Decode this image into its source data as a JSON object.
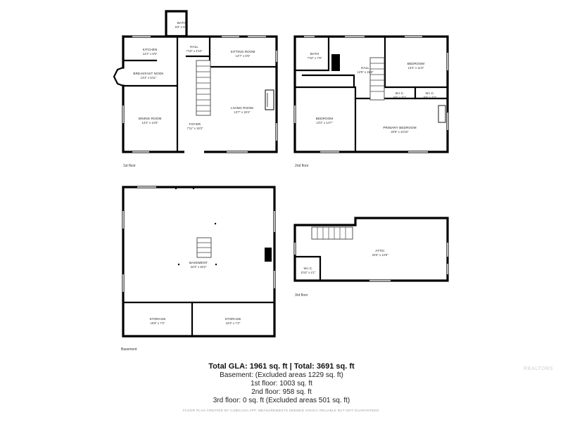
{
  "floors": {
    "first": {
      "label": "1st floor",
      "rooms": {
        "bath": {
          "name": "BATH",
          "dims": "5'6\" x 5'7\""
        },
        "hall": {
          "name": "HALL",
          "dims": "7'10\" x 4'10\""
        },
        "kitchen": {
          "name": "KITCHEN",
          "dims": "12'2\" x 5'5\""
        },
        "sitting": {
          "name": "SITTING ROOM",
          "dims": "13'7\" x 6'6\""
        },
        "nook": {
          "name": "BREAKFAST NOOK",
          "dims": "13'4\" x 5'11\""
        },
        "dining": {
          "name": "DINING ROOM",
          "dims": "12'2\" x 14'6\""
        },
        "foyer": {
          "name": "FOYER",
          "dims": "7'11\" x 19'3\""
        },
        "living": {
          "name": "LIVING ROOM",
          "dims": "13'7\" x 19'4\""
        }
      }
    },
    "second": {
      "label": "2nd floor",
      "rooms": {
        "bath": {
          "name": "BATH",
          "dims": "7'10\" x 7'8\""
        },
        "hall": {
          "name": "HALL",
          "dims": "12'5\" x 15'8\""
        },
        "bedroom_ne": {
          "name": "BEDROOM",
          "dims": "13'4\" x 11'6\""
        },
        "wic1": {
          "name": "W.I.C.",
          "dims": "6'6\" x 3'2\""
        },
        "wic2": {
          "name": "W.I.C.",
          "dims": "6'6\" x 3'2\""
        },
        "bedroom_w": {
          "name": "BEDROOM",
          "dims": "13'2\" x 14'7\""
        },
        "primary": {
          "name": "PRIMARY BEDROOM",
          "dims": "20'9\" x 10'10\""
        }
      }
    },
    "basement": {
      "label": "Basement",
      "rooms": {
        "main": {
          "name": "BASEMENT",
          "dims": "34'3\" x 26'2\""
        },
        "storage1": {
          "name": "STORAGE",
          "dims": "15'8\" x 7'2\""
        },
        "storage2": {
          "name": "STORAGE",
          "dims": "16'3\" x 7'2\""
        }
      }
    },
    "third": {
      "label": "3rd floor",
      "rooms": {
        "attic": {
          "name": "ATTIC",
          "dims": "34'5\" x 13'8\""
        },
        "wic": {
          "name": "W.I.C.",
          "dims": "5'10\" x 4'1\""
        }
      }
    }
  },
  "summary": {
    "total": "Total GLA: 1961 sq. ft | Total: 3691 sq. ft",
    "basement": "Basement: (Excluded areas 1229 sq. ft)",
    "first": "1st floor: 1003 sq. ft",
    "second": "2nd floor: 958 sq. ft",
    "third": "3rd floor: 0 sq. ft (Excluded areas 501 sq. ft)"
  },
  "disclaimer": "FLOOR PLAN CREATED BY CUBICASA APP. MEASUREMENTS DEEMED HIGHLY RELIABLE BUT NOT GUARANTEED.",
  "watermark": "REALTORS"
}
